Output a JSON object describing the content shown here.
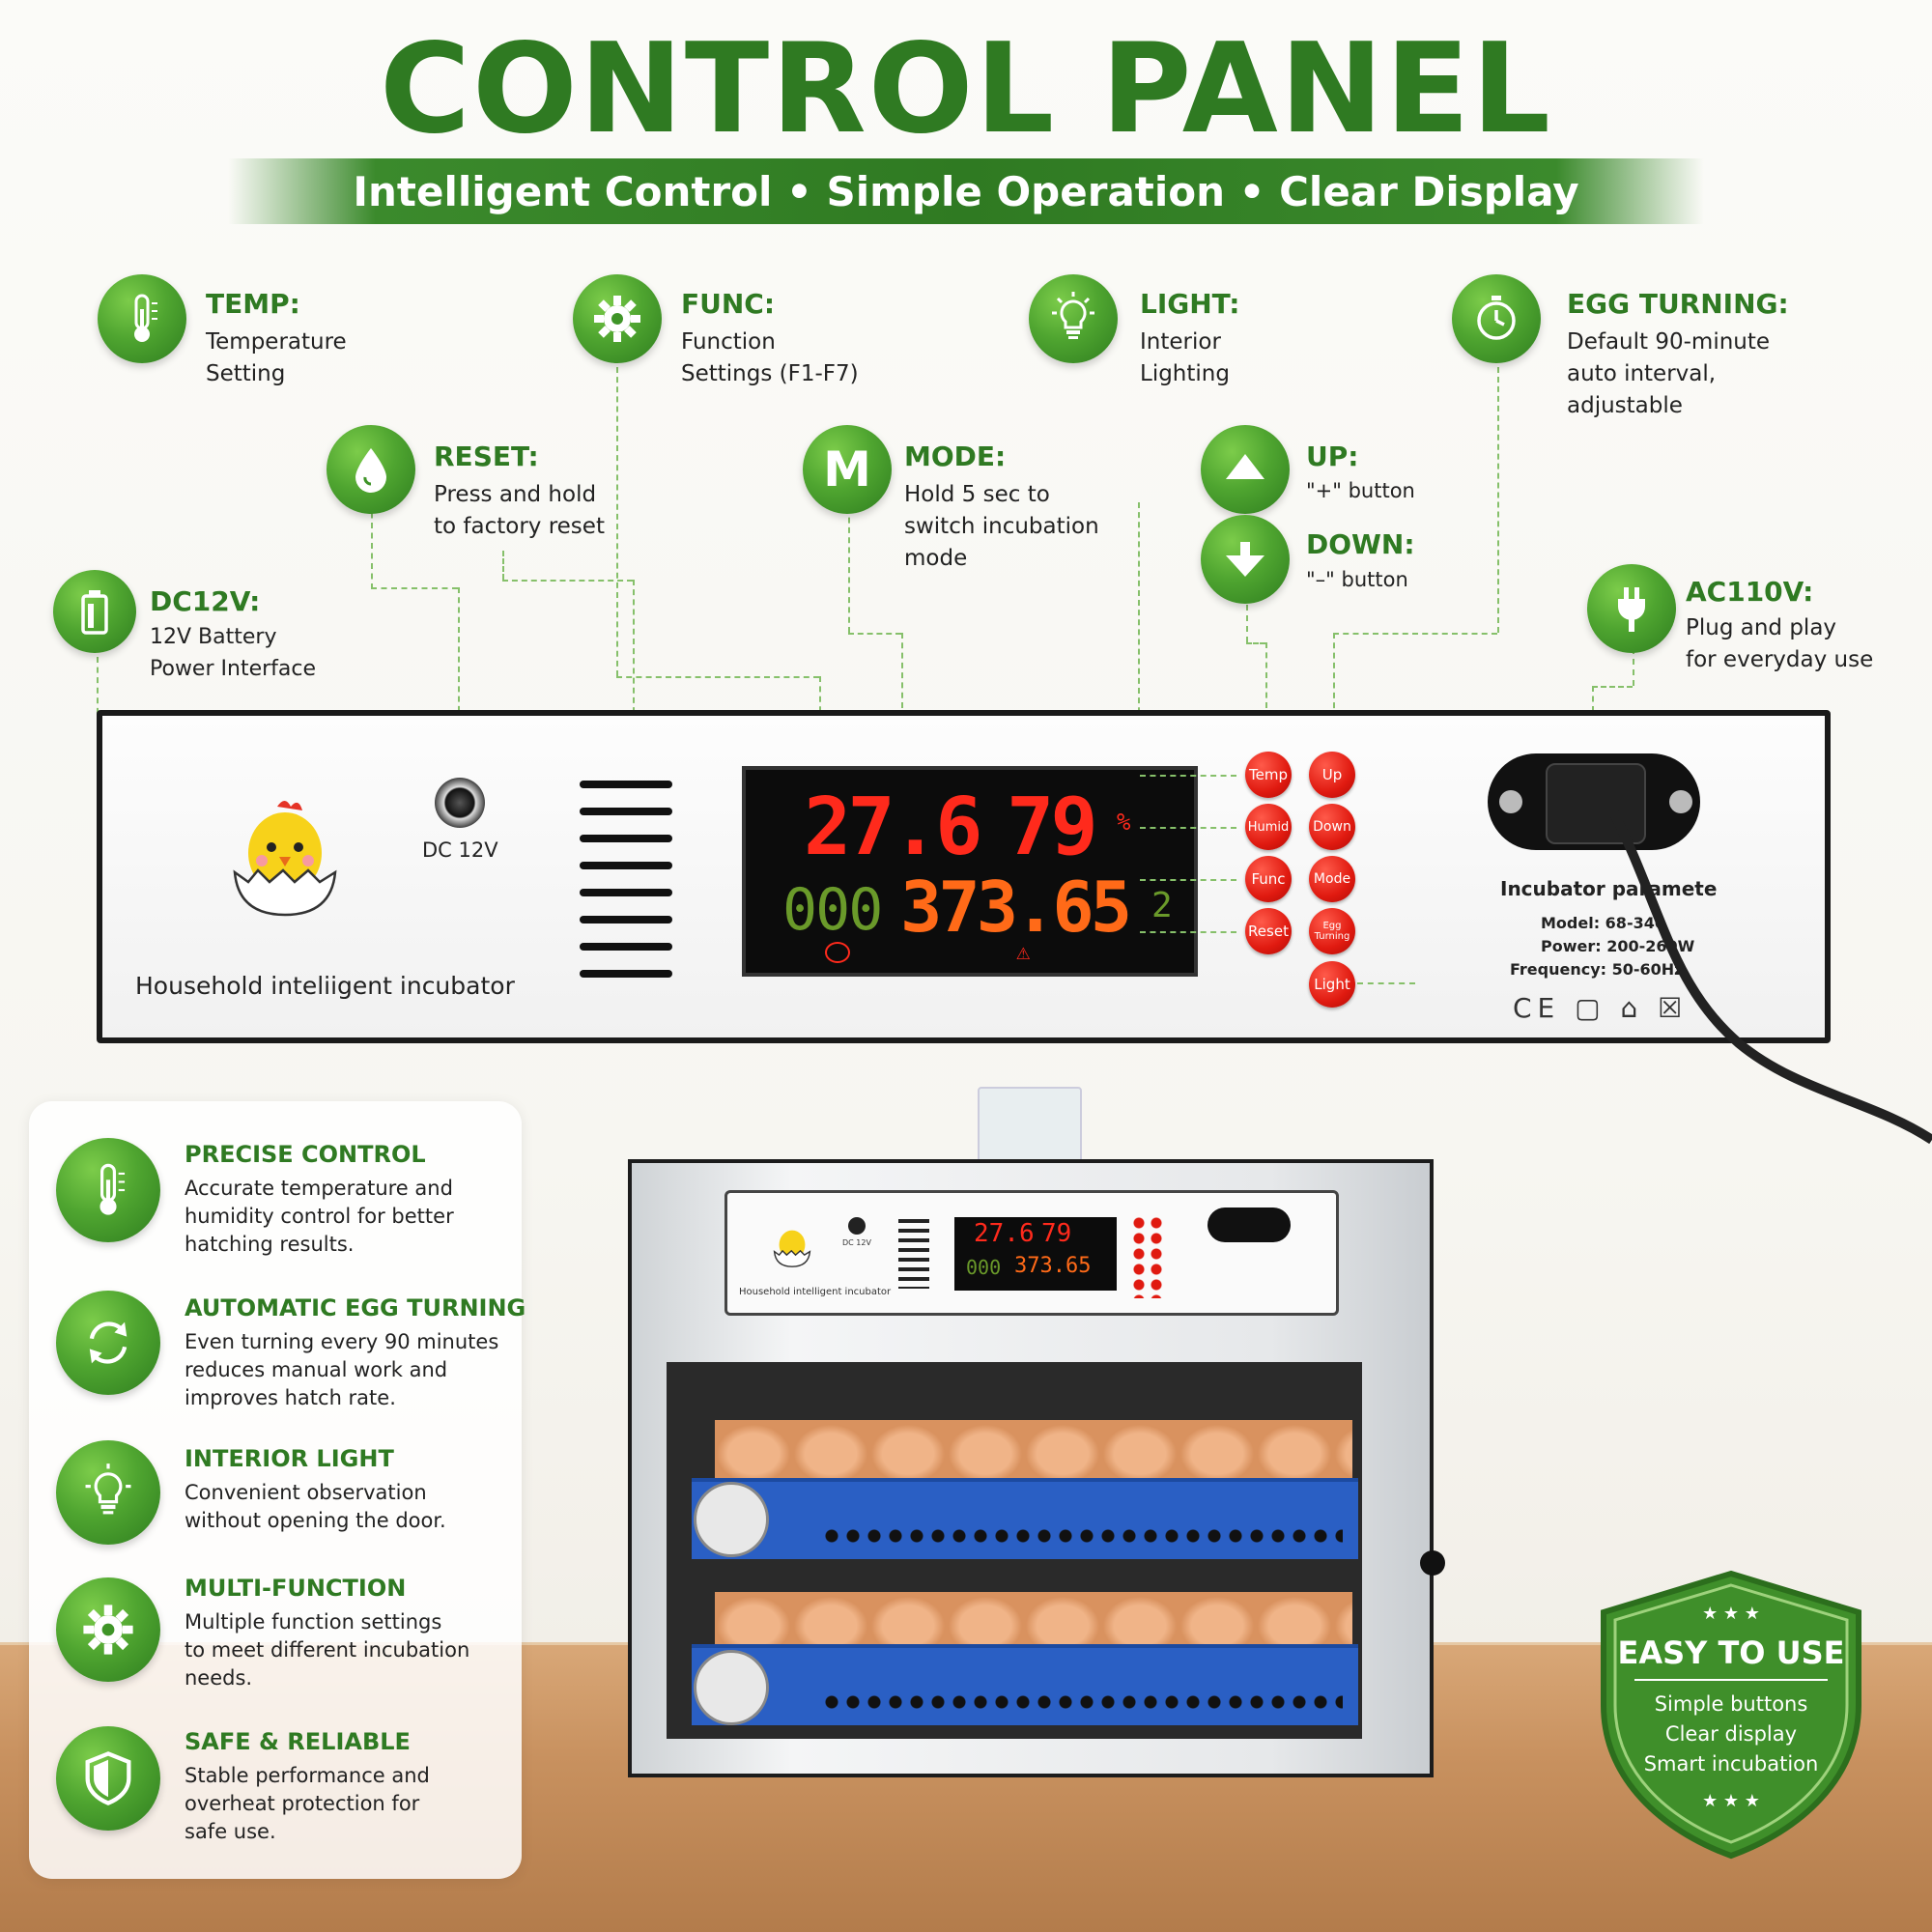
{
  "header": {
    "title": "CONTROL PANEL",
    "subtitle": "Intelligent Control • Simple Operation • Clear Display"
  },
  "callouts": {
    "temp": {
      "title": "TEMP:",
      "text": "Temperature\nSetting"
    },
    "func": {
      "title": "FUNC:",
      "text": "Function\nSettings (F1-F7)"
    },
    "light": {
      "title": "LIGHT:",
      "text": "Interior\nLighting"
    },
    "egg": {
      "title": "EGG TURNING:",
      "text": "Default 90-minute\nauto interval,\nadjustable"
    },
    "reset": {
      "title": "RESET:",
      "text": "Press and hold\nto factory reset"
    },
    "mode": {
      "title": "MODE:",
      "text": "Hold 5 sec to\nswitch incubation\nmode",
      "icon_letter": "M"
    },
    "up": {
      "title": "UP:",
      "text": "\"+\" button"
    },
    "down": {
      "title": "DOWN:",
      "text": "\"–\" button"
    },
    "dc": {
      "title": "DC12V:",
      "text": "12V Battery\nPower Interface"
    },
    "ac": {
      "title": "AC110V:",
      "text": "Plug and play\nfor everyday use"
    }
  },
  "panel": {
    "brand": "Household inteliigent incubator",
    "dc_label": "DC 12V",
    "lcd": {
      "temp": "27.6",
      "humid": "79",
      "counter": "000",
      "turn": "373.65",
      "side": "2"
    },
    "buttons_left": [
      "Temp",
      "Humid",
      "Func",
      "Reset"
    ],
    "buttons_right": [
      "Up",
      "Down",
      "Mode",
      "Egg\nTurning",
      "Light"
    ],
    "params": {
      "title": "Incubator paramete",
      "model": "Model: 68-340",
      "power": "Power: 200-260W",
      "frequency": "Frequency: 50-60Hz",
      "marks": "CE ▢ ⌂ ☒"
    }
  },
  "features": [
    {
      "title": "PRECISE CONTROL",
      "text": "Accurate temperature and\nhumidity control for better\nhatching results.",
      "icon": "thermometer-icon"
    },
    {
      "title": "AUTOMATIC EGG TURNING",
      "text": "Even turning every 90 minutes\nreduces manual work and\nimproves hatch rate.",
      "icon": "rotate-icon"
    },
    {
      "title": "INTERIOR LIGHT",
      "text": "Convenient observation\nwithout opening the door.",
      "icon": "bulb-icon"
    },
    {
      "title": "MULTI-FUNCTION",
      "text": "Multiple function settings\nto meet different incubation\nneeds.",
      "icon": "gear-icon"
    },
    {
      "title": "SAFE & RELIABLE",
      "text": "Stable performance and\noverheat protection for\nsafe use.",
      "icon": "shield-icon"
    }
  ],
  "badge": {
    "stars_top": "★ ★ ★",
    "title": "EASY TO USE",
    "lines": [
      "Simple buttons",
      "Clear display",
      "Smart incubation"
    ],
    "stars_bottom": "★ ★ ★"
  },
  "mini": {
    "brand": "Household intelligent incubator",
    "dc": "DC 12V",
    "temp": "27.6",
    "humid": "79",
    "counter": "000",
    "turn": "373.65"
  },
  "colors": {
    "green": "#2f7a22",
    "red": "#e01a10"
  }
}
